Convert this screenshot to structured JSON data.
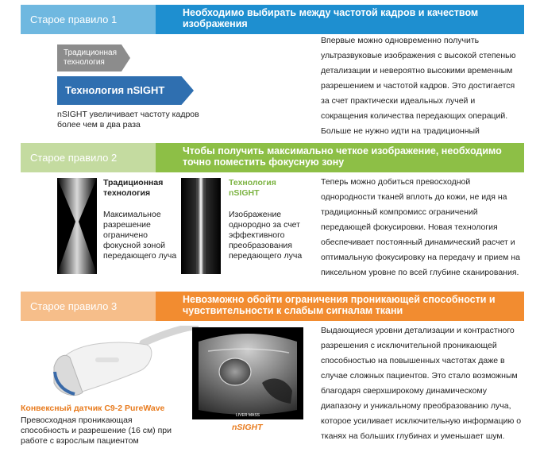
{
  "rule1": {
    "old_label": "Старое правило 1",
    "heading": "Необходимо выбирать между частотой кадров и качеством изображения",
    "traditional_label": "Традиционная технология",
    "nsight_label": "Технология nSIGHT",
    "caption": "nSIGHT увеличивает частоту кадров более чем в два раза",
    "body": "Впервые можно одновременно получить ультразвуковые изображения с высокой степенью детализации и невероятно высокими временным разрешением и частотой кадров. Это достигается за счет практически идеальных лучей и сокращения количества передающих операций. Больше не нужно идти на традиционный компромисс!"
  },
  "rule2": {
    "old_label": "Старое правило 2",
    "heading": "Чтобы получить максимально четкое изображение, необходимо точно поместить фокусную зону",
    "traditional_title": "Традиционная технология",
    "traditional_desc": "Максимальное разрешение ограничено фокусной зоной передающего луча",
    "nsight_title": "Технология nSIGHT",
    "nsight_desc": "Изображение однородно за счет эффективного преобразования передающего луча",
    "body": "Теперь можно добиться превосходной однородности тканей вплоть до кожи, не идя на традиционный компромисс ограничений передающей фокусировки. Новая технология обеспечивает постоянный динамический расчет и оптимальную фокусировку на передачу и прием на пиксельном уровне по всей глубине сканирования."
  },
  "rule3": {
    "old_label": "Старое правило 3",
    "heading": "Невозможно обойти ограничения проникающей способности и чувствительности к слабым сигналам ткани",
    "probe_title": "Конвексный датчик C9-2 PureWave",
    "probe_desc": "Превосходная проникающая способность и разрешение (16 см) при работе с взрослым пациентом",
    "image_caption": "nSIGHT",
    "scan_label": "LIVER MASS",
    "body": "Выдающиеся уровни детализации и контрастного разрешения с исключительной проникающей способностью на повышенных частотах даже в случае сложных пациентов. Это стало возможным благодаря сверхширокому динамическому диапазону и уникальному преобразованию луча, которое усиливает исключительную информацию о тканях на больших глубинах и уменьшает шум."
  },
  "colors": {
    "rule1_light": "#6fb8e0",
    "rule1_dark": "#1e8fd0",
    "rule2_light": "#c4dba0",
    "rule2_dark": "#8dbf46",
    "rule3_light": "#f6be8a",
    "rule3_dark": "#f28c30",
    "nsight_green": "#7cb342",
    "orange_text": "#e87b1e"
  }
}
